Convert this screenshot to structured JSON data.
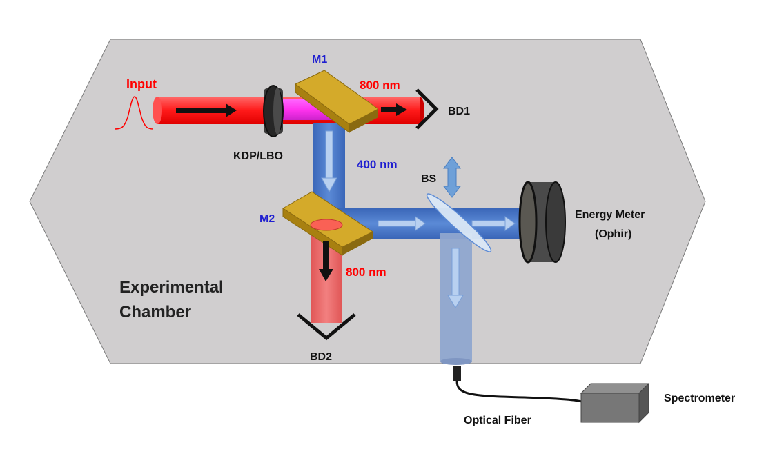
{
  "labels": {
    "input": "Input",
    "m1": "M1",
    "m2": "M2",
    "red_top": "800 nm",
    "red_bottom": "800 nm",
    "blue": "400 nm",
    "bd1": "BD1",
    "bd2": "BD2",
    "crystal": "KDP/LBO",
    "bs": "BS",
    "meter_line1": "Energy Meter",
    "meter_line2": "(Ophir)",
    "chamber_line1": "Experimental",
    "chamber_line2": "Chamber",
    "fiber": "Optical Fiber",
    "spectrometer": "Spectrometer"
  },
  "colors": {
    "chamber": "#d0cecf",
    "red_beam": "#ff1a1a",
    "blue_beam": "#4472c4",
    "mirror": "#c9a227",
    "label_red": "#ff0000",
    "label_blue": "#1f1fd0"
  }
}
